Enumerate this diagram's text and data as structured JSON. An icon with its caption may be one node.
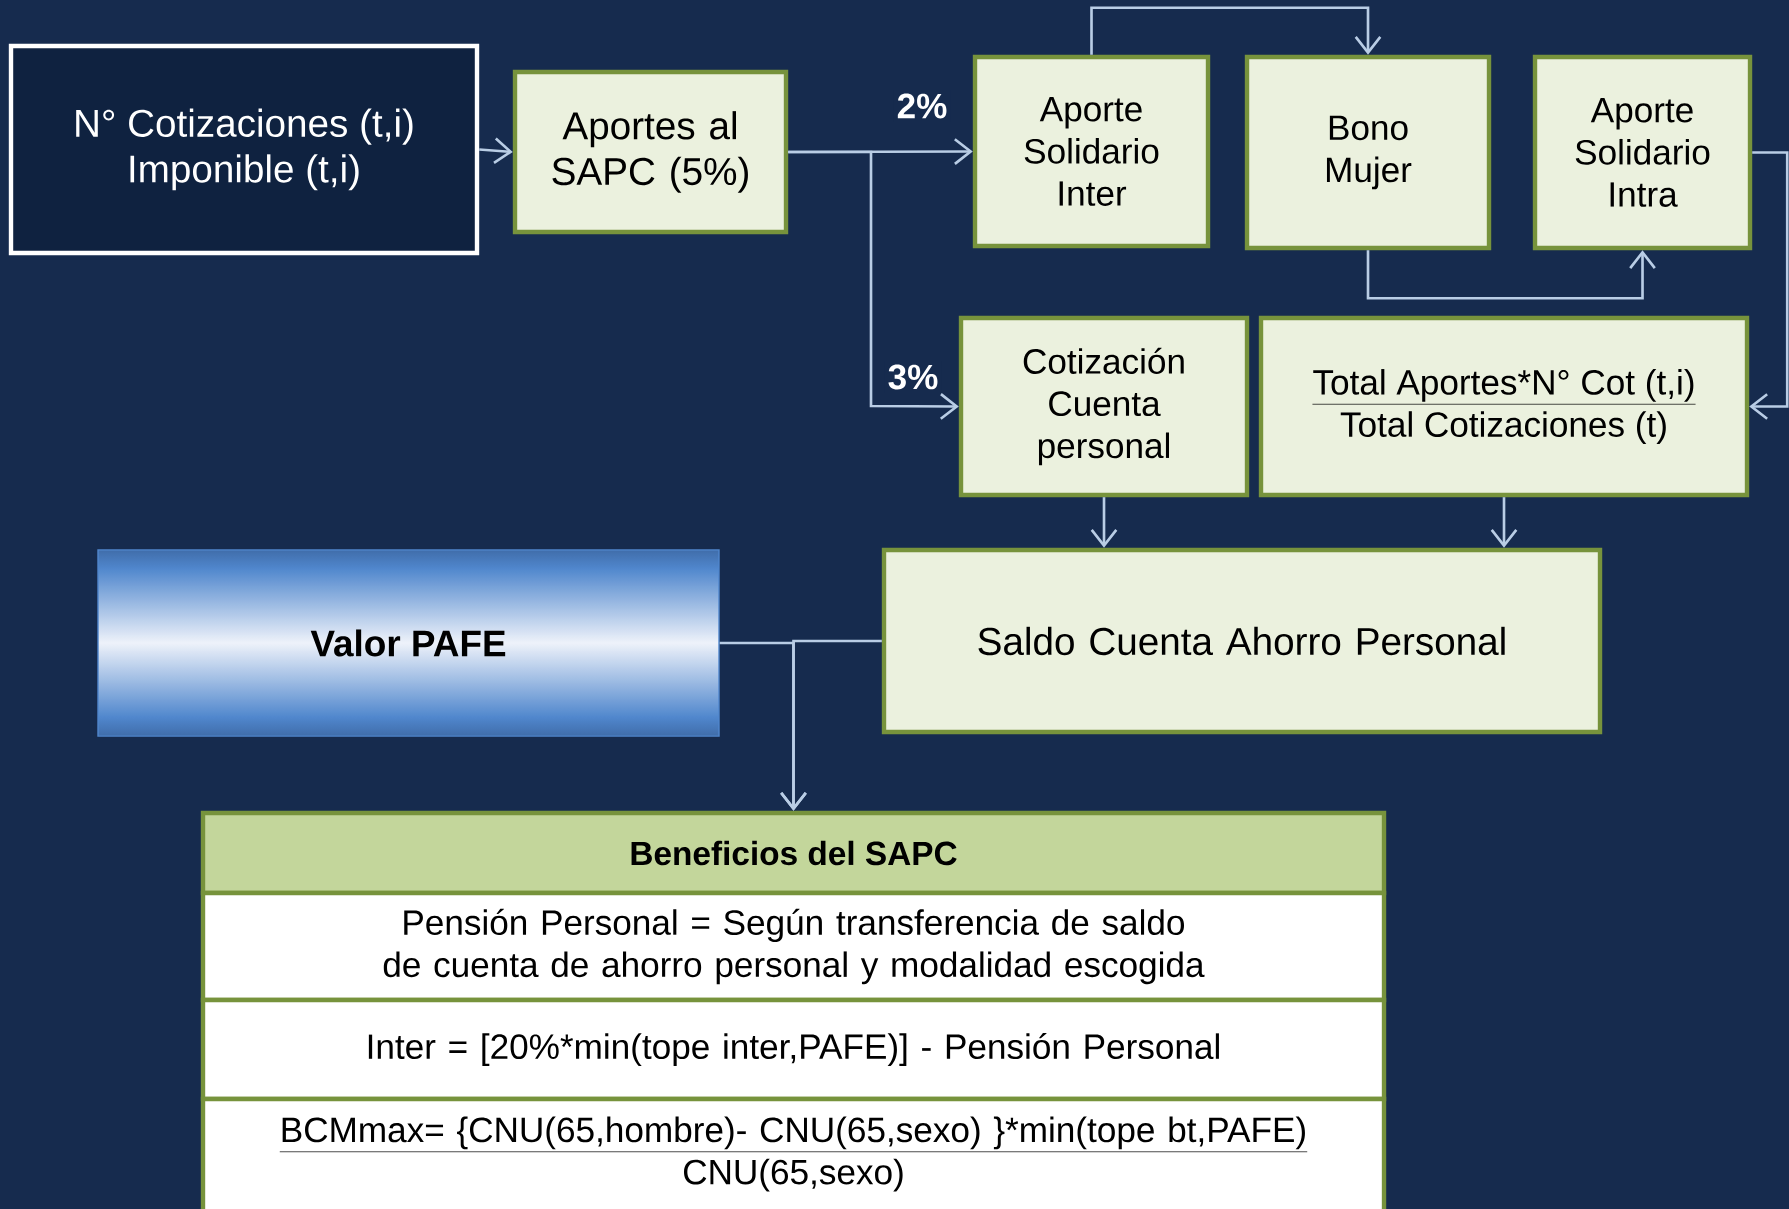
{
  "diagram": {
    "nodes": [
      {
        "text": [
          "N° Cotizaciones (t,i)",
          "Imponible (t,i)"
        ]
      },
      {
        "text": [
          "Aportes al SAPC (5%)"
        ]
      },
      {
        "text": [
          "Aporte Solidario Inter"
        ]
      },
      {
        "text": [
          "Bono Mujer"
        ]
      },
      {
        "text": [
          "Aporte Solidario Intra"
        ]
      },
      {
        "text": [
          "Cotización Cuenta personal"
        ]
      },
      {
        "text": [
          "Total Aportes*N° Cot (t,i)",
          "Total Cotizaciones (t)"
        ]
      },
      {
        "text": [
          "Saldo Cuenta Ahorro Personal"
        ]
      },
      {
        "text": [
          "Valor PAFE"
        ]
      },
      {
        "text": [
          "Beneficios del SAPC",
          "Pensión Personal = Según transferencia de saldo de cuenta de ahorro personal y modalidad escogida",
          "Inter = [20%*min(tope inter,PAFE)] - Pensión Personal",
          "BCMmax= {CNU(65,hombre)- CNU(65,sexo) }*min(tope bt,PAFE)",
          "CNU(65,sexo)"
        ]
      }
    ],
    "edges": [
      {
        "from": 0,
        "to": 1,
        "arrow": "to"
      },
      {
        "from": 1,
        "to": 2,
        "arrow": "to",
        "label": "2%"
      },
      {
        "from": 1,
        "to": 5,
        "arrow": "to",
        "label": "3%"
      },
      {
        "from": 2,
        "to": 3,
        "arrow": "to"
      },
      {
        "from": 3,
        "to": 4,
        "arrow": "to"
      },
      {
        "from": 4,
        "to": 6,
        "arrow": "to"
      },
      {
        "from": 5,
        "to": 7,
        "arrow": "to"
      },
      {
        "from": 6,
        "to": 7,
        "arrow": "to"
      },
      {
        "from": 8,
        "to": 9,
        "arrow": "to"
      },
      {
        "from": 7,
        "to": 9,
        "arrow": "to"
      }
    ]
  }
}
